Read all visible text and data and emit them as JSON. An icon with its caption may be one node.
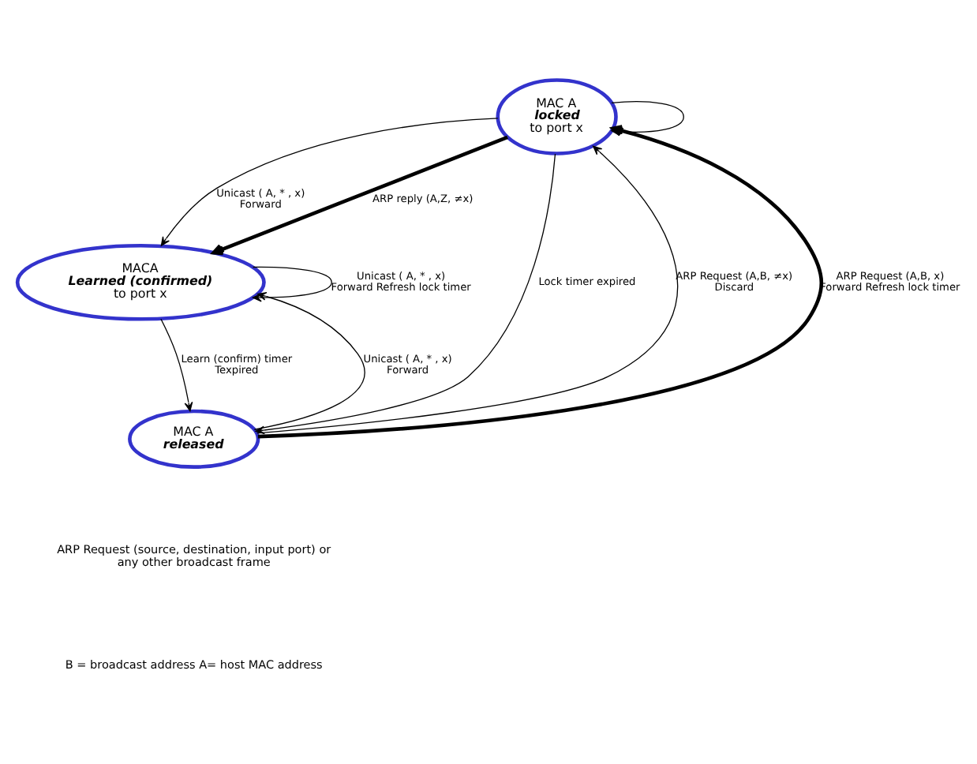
{
  "diagram": {
    "nodes": [
      {
        "text": [
          "MAC A",
          "locked",
          "to port x"
        ]
      },
      {
        "text": [
          "MACA",
          "Learned (confirmed)",
          "to port x"
        ]
      },
      {
        "text": [
          "MAC A",
          "released"
        ]
      }
    ],
    "edges": [
      {
        "from": 2,
        "to": 0,
        "arrow": "to",
        "label": "ARP Request (A,B, ≠x) Discard"
      },
      {
        "from": 0,
        "to": 0,
        "arrow": "to"
      },
      {
        "from": 2,
        "to": 0,
        "arrow": "to",
        "style": "thick",
        "label": "ARP Request (A,B, x) Forward Refresh lock timer"
      },
      {
        "from": 0,
        "to": 1,
        "arrow": "to",
        "label": "Unicast ( A, * , x) Forward"
      },
      {
        "from": 0,
        "to": 1,
        "arrow": "to",
        "style": "thick",
        "label": "ARP reply (A,Z, ≠x)"
      },
      {
        "from": 0,
        "to": 2,
        "arrow": "to",
        "label": "Lock timer expired"
      },
      {
        "from": 2,
        "to": 1,
        "arrow": "to",
        "label": "Unicast ( A, * , x) Forward"
      },
      {
        "from": 1,
        "to": 2,
        "arrow": "to",
        "label": "Learn (confirm) timer Texpired"
      },
      {
        "from": 1,
        "to": 1,
        "arrow": "to",
        "label": "Unicast ( A, * , x) Forward Refresh lock timer"
      }
    ],
    "labels": [
      "ARP Request (source, destination, input port) or any other broadcast frame",
      "B = broadcast address A= host MAC address"
    ]
  }
}
